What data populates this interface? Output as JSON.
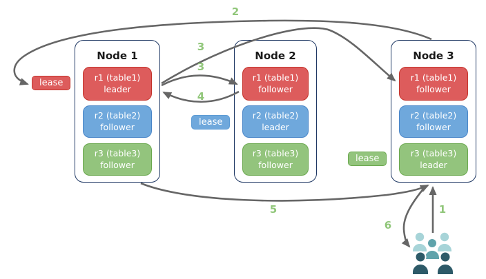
{
  "diagram": {
    "nodes": [
      {
        "title": "Node 1",
        "replicas": [
          {
            "name": "r1 (table1)",
            "role": "leader"
          },
          {
            "name": "r2 (table2)",
            "role": "follower"
          },
          {
            "name": "r3 (table3)",
            "role": "follower"
          }
        ]
      },
      {
        "title": "Node 2",
        "replicas": [
          {
            "name": "r1 (table1)",
            "role": "follower"
          },
          {
            "name": "r2 (table2)",
            "role": "leader"
          },
          {
            "name": "r3 (table3)",
            "role": "follower"
          }
        ]
      },
      {
        "title": "Node 3",
        "replicas": [
          {
            "name": "r1 (table1)",
            "role": "follower"
          },
          {
            "name": "r2 (table2)",
            "role": "follower"
          },
          {
            "name": "r3 (table3)",
            "role": "leader"
          }
        ]
      }
    ],
    "leases": {
      "red": "lease",
      "blue": "lease",
      "green": "lease"
    },
    "steps": {
      "s1": "1",
      "s2": "2",
      "s3a": "3",
      "s3b": "3",
      "s4": "4",
      "s5": "5",
      "s6": "6"
    },
    "colors": {
      "replica_red": "#dd5c5c",
      "replica_red_border": "#c4342c",
      "replica_blue": "#6fa8dc",
      "replica_blue_border": "#4a86c8",
      "replica_green": "#93c47d",
      "replica_green_border": "#6ba84f",
      "node_border": "#1f3864",
      "arrow_gray": "#666666",
      "step_label_green": "#90c679",
      "clients_light_teal": "#a7d4d8",
      "clients_medium_teal": "#5fa3ab",
      "clients_dark_teal": "#2d5a68"
    }
  }
}
